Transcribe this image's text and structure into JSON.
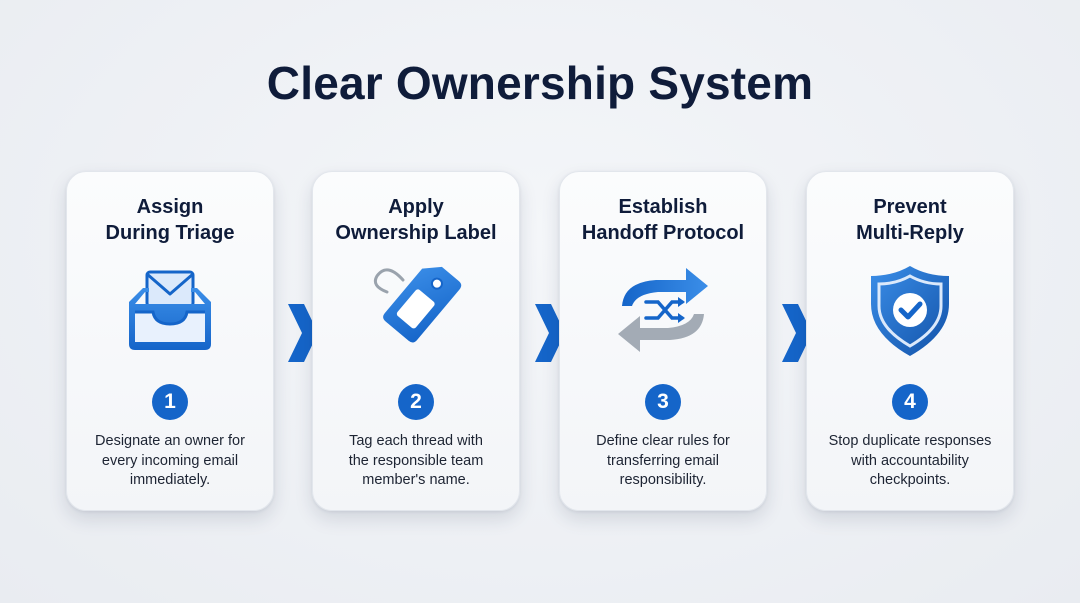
{
  "title": "Clear Ownership System",
  "colors": {
    "accent": "#1565c9",
    "accent_light": "#3b8ee8",
    "text_dark": "#0f1c3a",
    "gray_arrow": "#9aa3ad"
  },
  "steps": [
    {
      "number": "1",
      "title_line1": "Assign",
      "title_line2": "During Triage",
      "icon": "inbox-tray-icon",
      "desc_line1": "Designate an owner for",
      "desc_line2": "every incoming email",
      "desc_line3": "immediately."
    },
    {
      "number": "2",
      "title_line1": "Apply",
      "title_line2": "Ownership Label",
      "icon": "tag-label-icon",
      "desc_line1": "Tag each thread with",
      "desc_line2": "the responsible team",
      "desc_line3": "member's name."
    },
    {
      "number": "3",
      "title_line1": "Establish",
      "title_line2": "Handoff Protocol",
      "icon": "handoff-exchange-icon",
      "desc_line1": "Define clear rules for",
      "desc_line2": "transferring email",
      "desc_line3": "responsibility."
    },
    {
      "number": "4",
      "title_line1": "Prevent",
      "title_line2": "Multi-Reply",
      "icon": "shield-check-icon",
      "desc_line1": "Stop duplicate responses",
      "desc_line2": "with accountability",
      "desc_line3": "checkpoints."
    }
  ]
}
